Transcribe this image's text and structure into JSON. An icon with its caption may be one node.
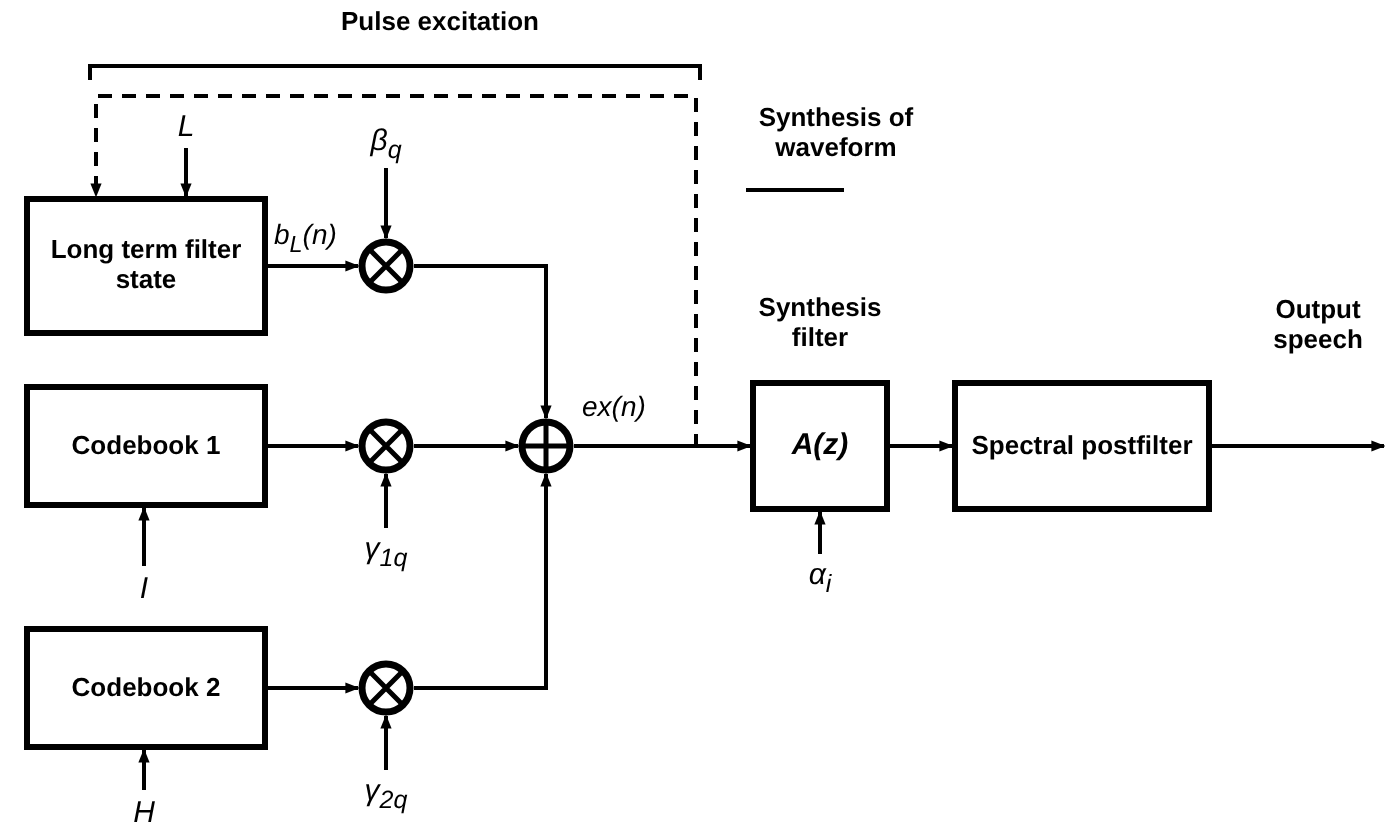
{
  "diagram": {
    "nodes": [
      {
        "text": [
          "Long term filter state"
        ]
      },
      {
        "text": [
          "Codebook 1"
        ]
      },
      {
        "text": [
          "Codebook 2"
        ]
      },
      {
        "text": [],
        "shape": "circle"
      },
      {
        "text": [],
        "shape": "circle"
      },
      {
        "text": [],
        "shape": "circle"
      },
      {
        "text": [],
        "shape": "circle"
      },
      {
        "text": [
          "A(z)"
        ],
        "beside": [
          "Synthesis filter"
        ]
      },
      {
        "text": [
          "Spectral postfilter"
        ]
      },
      {
        "text": [
          "L"
        ]
      },
      {
        "text": [
          "β$_{q}$"
        ]
      },
      {
        "text": [
          "γ$_{1q}$"
        ]
      },
      {
        "text": [
          "I"
        ]
      },
      {
        "text": [
          "γ$_{2q}$"
        ]
      },
      {
        "text": [
          "H"
        ]
      },
      {
        "text": [
          "α$_{i}$"
        ]
      }
    ],
    "edges": [
      {
        "from": 9,
        "to": 0,
        "arrow": "to"
      },
      {
        "from": 6,
        "to": 0,
        "arrow": "to",
        "style": "dashed"
      },
      {
        "from": 0,
        "to": 3,
        "arrow": "to",
        "label": "b$_{L}$(n)"
      },
      {
        "from": 10,
        "to": 3,
        "arrow": "to"
      },
      {
        "from": 1,
        "to": 4,
        "arrow": "to"
      },
      {
        "from": 11,
        "to": 4,
        "arrow": "to"
      },
      {
        "from": 2,
        "to": 5,
        "arrow": "to"
      },
      {
        "from": 13,
        "to": 5,
        "arrow": "to"
      },
      {
        "from": 3,
        "to": 6,
        "arrow": "to"
      },
      {
        "from": 4,
        "to": 6,
        "arrow": "to"
      },
      {
        "from": 5,
        "to": 6,
        "arrow": "to"
      },
      {
        "from": 6,
        "to": 7,
        "arrow": "to",
        "label": "ex(n)"
      },
      {
        "from": 15,
        "to": 7,
        "arrow": "to"
      },
      {
        "from": 7,
        "to": 8,
        "arrow": "to"
      },
      {
        "from": 8,
        "to": null,
        "arrow": "to"
      },
      {
        "from": 12,
        "to": 1,
        "arrow": "to"
      },
      {
        "from": 14,
        "to": 2,
        "arrow": "to"
      }
    ],
    "labels": [
      "Pulse excitation",
      "Synthesis of waveform",
      "Output speech"
    ]
  }
}
